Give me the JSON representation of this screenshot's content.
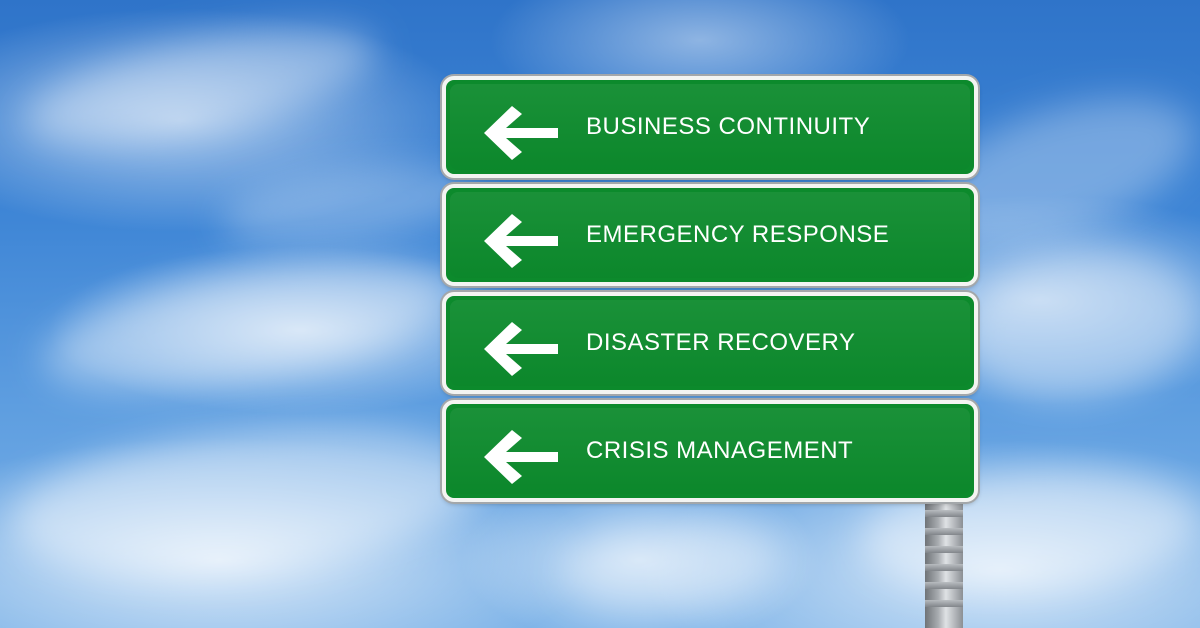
{
  "scene": {
    "signs": [
      {
        "label": "BUSINESS CONTINUITY",
        "icon": "left-arrow-icon"
      },
      {
        "label": "EMERGENCY RESPONSE",
        "icon": "left-arrow-icon"
      },
      {
        "label": "DISASTER RECOVERY",
        "icon": "left-arrow-icon"
      },
      {
        "label": "CRISIS MANAGEMENT",
        "icon": "left-arrow-icon"
      }
    ],
    "colors": {
      "sign_green": "#0c8a2c",
      "sign_border": "#f3f4f2",
      "text": "#ffffff",
      "sky": "#3f86d6"
    }
  }
}
